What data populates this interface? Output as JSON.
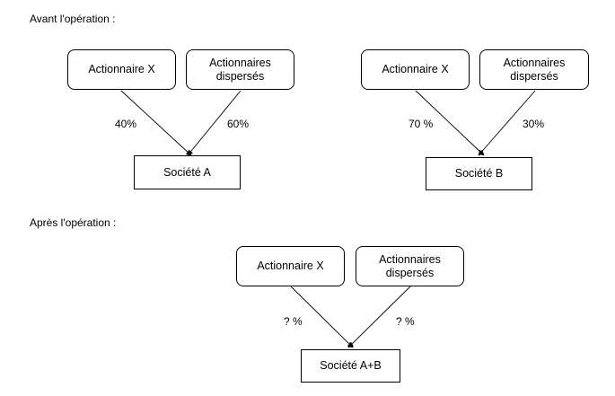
{
  "sections": {
    "before": "Avant l'opération :",
    "after": "Après l'opération :"
  },
  "nodes": {
    "d1_shareholder": "Actionnaire X",
    "d1_dispersed": "Actionnaires\ndispersés",
    "d1_company": "Société A",
    "d2_shareholder": "Actionnaire X",
    "d2_dispersed": "Actionnaires\ndispersés",
    "d2_company": "Société B",
    "d3_shareholder": "Actionnaire X",
    "d3_dispersed": "Actionnaires\ndispersés",
    "d3_company": "Société A+B"
  },
  "edge_labels": {
    "d1_left": "40%",
    "d1_right": "60%",
    "d2_left": "70 %",
    "d2_right": "30%",
    "d3_left": "? %",
    "d3_right": "? %"
  }
}
